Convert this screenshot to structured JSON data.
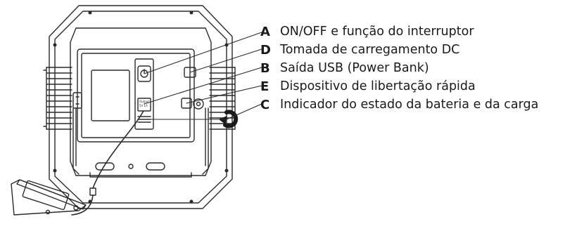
{
  "diagram": {
    "labels": [
      {
        "letter": "A",
        "text": "ON/OFF e função do interruptor"
      },
      {
        "letter": "D",
        "text": "Tomada de carregamento DC"
      },
      {
        "letter": "B",
        "text": "Saída USB (Power Bank)"
      },
      {
        "letter": "E",
        "text": "Dispositivo de libertação rápida"
      },
      {
        "letter": "C",
        "text": "Indicador do estado da bateria e da carga"
      }
    ],
    "port_label_1": "Output",
    "port_label_2": "5V 1A"
  }
}
